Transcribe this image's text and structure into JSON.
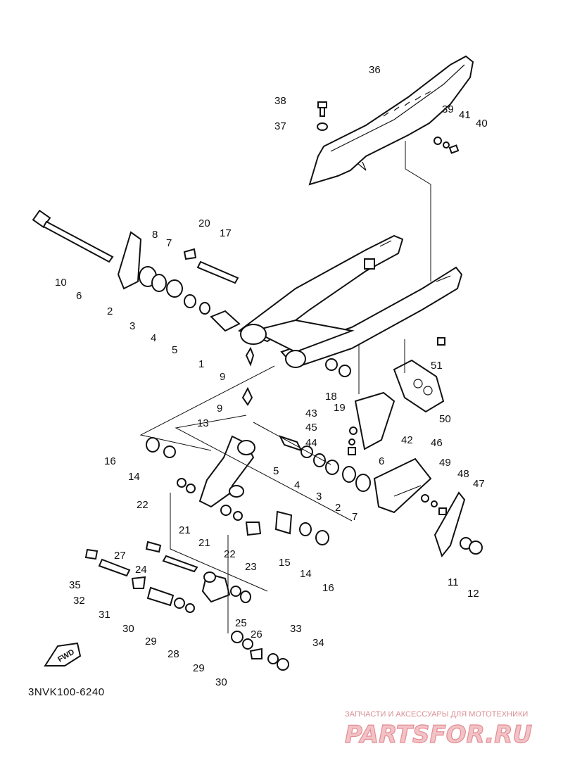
{
  "diagram_code": "3NVK100-6240",
  "watermark": {
    "tagline": "ЗАПЧАСТИ И АКСЕССУАРЫ ДЛЯ МОТОТЕХНИКИ",
    "logo": "PARTSFOR.RU"
  },
  "fwd_label": "FWD",
  "callouts": [
    {
      "id": "36",
      "text": "36"
    },
    {
      "id": "38",
      "text": "38"
    },
    {
      "id": "37",
      "text": "37"
    },
    {
      "id": "39",
      "text": "39"
    },
    {
      "id": "41",
      "text": "41"
    },
    {
      "id": "40",
      "text": "40"
    },
    {
      "id": "20",
      "text": "20"
    },
    {
      "id": "17",
      "text": "17"
    },
    {
      "id": "8",
      "text": "8"
    },
    {
      "id": "7a",
      "text": "7"
    },
    {
      "id": "10",
      "text": "10"
    },
    {
      "id": "6a",
      "text": "6"
    },
    {
      "id": "2a",
      "text": "2"
    },
    {
      "id": "3a",
      "text": "3"
    },
    {
      "id": "4a",
      "text": "4"
    },
    {
      "id": "5a",
      "text": "5"
    },
    {
      "id": "1",
      "text": "1"
    },
    {
      "id": "9a",
      "text": "9"
    },
    {
      "id": "9b",
      "text": "9"
    },
    {
      "id": "18",
      "text": "18"
    },
    {
      "id": "19",
      "text": "19"
    },
    {
      "id": "51",
      "text": "51"
    },
    {
      "id": "50",
      "text": "50"
    },
    {
      "id": "43",
      "text": "43"
    },
    {
      "id": "45",
      "text": "45"
    },
    {
      "id": "44",
      "text": "44"
    },
    {
      "id": "42",
      "text": "42"
    },
    {
      "id": "13",
      "text": "13"
    },
    {
      "id": "16a",
      "text": "16"
    },
    {
      "id": "14a",
      "text": "14"
    },
    {
      "id": "5b",
      "text": "5"
    },
    {
      "id": "4b",
      "text": "4"
    },
    {
      "id": "3b",
      "text": "3"
    },
    {
      "id": "2b",
      "text": "2"
    },
    {
      "id": "6b",
      "text": "6"
    },
    {
      "id": "7b",
      "text": "7"
    },
    {
      "id": "46",
      "text": "46"
    },
    {
      "id": "49",
      "text": "49"
    },
    {
      "id": "48",
      "text": "48"
    },
    {
      "id": "47",
      "text": "47"
    },
    {
      "id": "22a",
      "text": "22"
    },
    {
      "id": "21a",
      "text": "21"
    },
    {
      "id": "21b",
      "text": "21"
    },
    {
      "id": "22b",
      "text": "22"
    },
    {
      "id": "23",
      "text": "23"
    },
    {
      "id": "15",
      "text": "15"
    },
    {
      "id": "14b",
      "text": "14"
    },
    {
      "id": "16b",
      "text": "16"
    },
    {
      "id": "11",
      "text": "11"
    },
    {
      "id": "12",
      "text": "12"
    },
    {
      "id": "27",
      "text": "27"
    },
    {
      "id": "24",
      "text": "24"
    },
    {
      "id": "35",
      "text": "35"
    },
    {
      "id": "32",
      "text": "32"
    },
    {
      "id": "31",
      "text": "31"
    },
    {
      "id": "30a",
      "text": "30"
    },
    {
      "id": "29a",
      "text": "29"
    },
    {
      "id": "28",
      "text": "28"
    },
    {
      "id": "25",
      "text": "25"
    },
    {
      "id": "26",
      "text": "26"
    },
    {
      "id": "29b",
      "text": "29"
    },
    {
      "id": "30b",
      "text": "30"
    },
    {
      "id": "33",
      "text": "33"
    },
    {
      "id": "34",
      "text": "34"
    }
  ]
}
